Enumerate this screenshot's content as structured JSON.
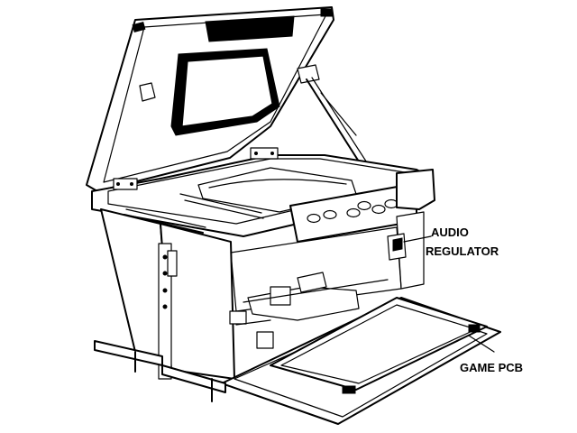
{
  "diagram": {
    "callouts": [
      {
        "id": "audio-regulator",
        "lines": [
          "AUDIO",
          "REGULATOR"
        ]
      },
      {
        "id": "game-pcb",
        "lines": [
          "GAME PCB"
        ]
      }
    ]
  }
}
